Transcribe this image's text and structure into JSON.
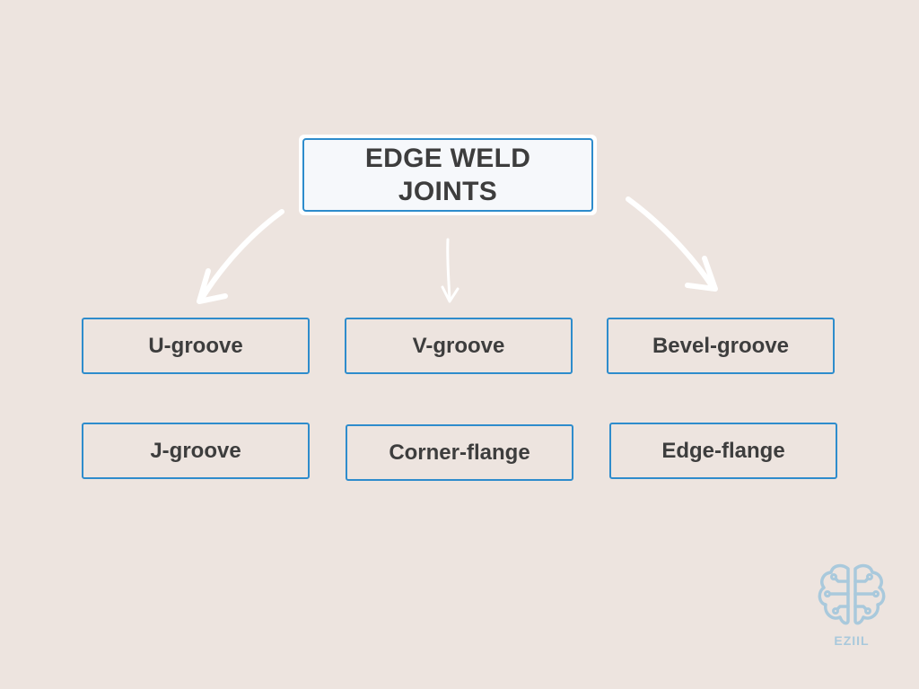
{
  "diagram": {
    "title": "EDGE WELD JOINTS",
    "nodes": {
      "u_groove": "U-groove",
      "v_groove": "V-groove",
      "bevel_groove": "Bevel-groove",
      "j_groove": "J-groove",
      "corner_flange": "Corner-flange",
      "edge_flange": "Edge-flange"
    },
    "arrow_color": "#ffffff",
    "box_border_color": "#2e8ccc"
  },
  "logo": {
    "label": "EZIIL",
    "icon": "brain-circuit-icon",
    "color": "#a9c9dc"
  },
  "colors": {
    "background": "#ede4df",
    "text": "#3d3d3d"
  }
}
